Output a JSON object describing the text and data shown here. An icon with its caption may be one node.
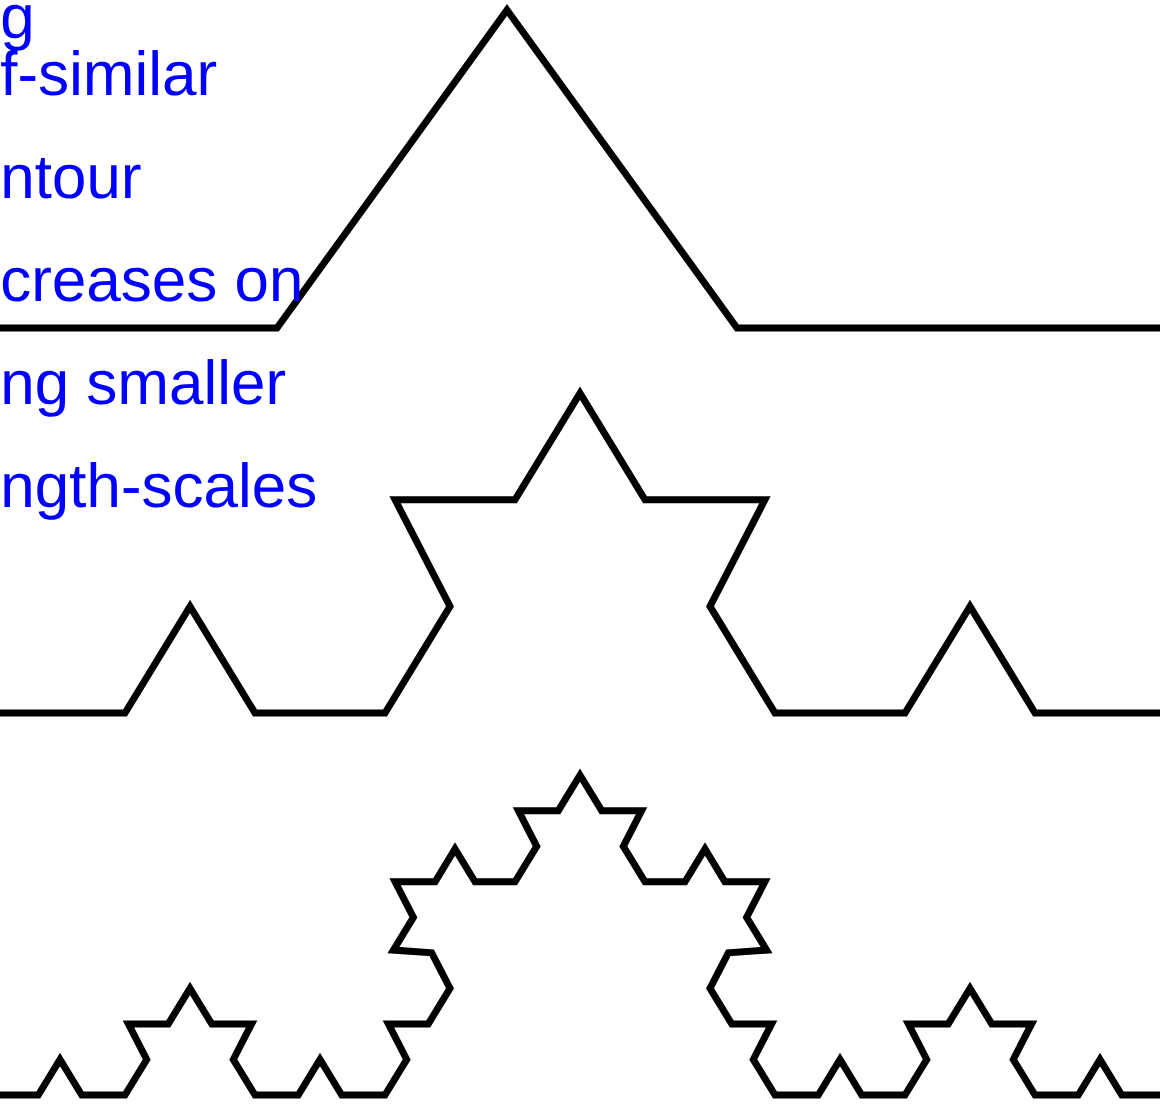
{
  "diagram": {
    "labels": [
      "g",
      "f-similar",
      "ntour",
      "creases on",
      "ng smaller",
      "ngth-scales"
    ]
  }
}
